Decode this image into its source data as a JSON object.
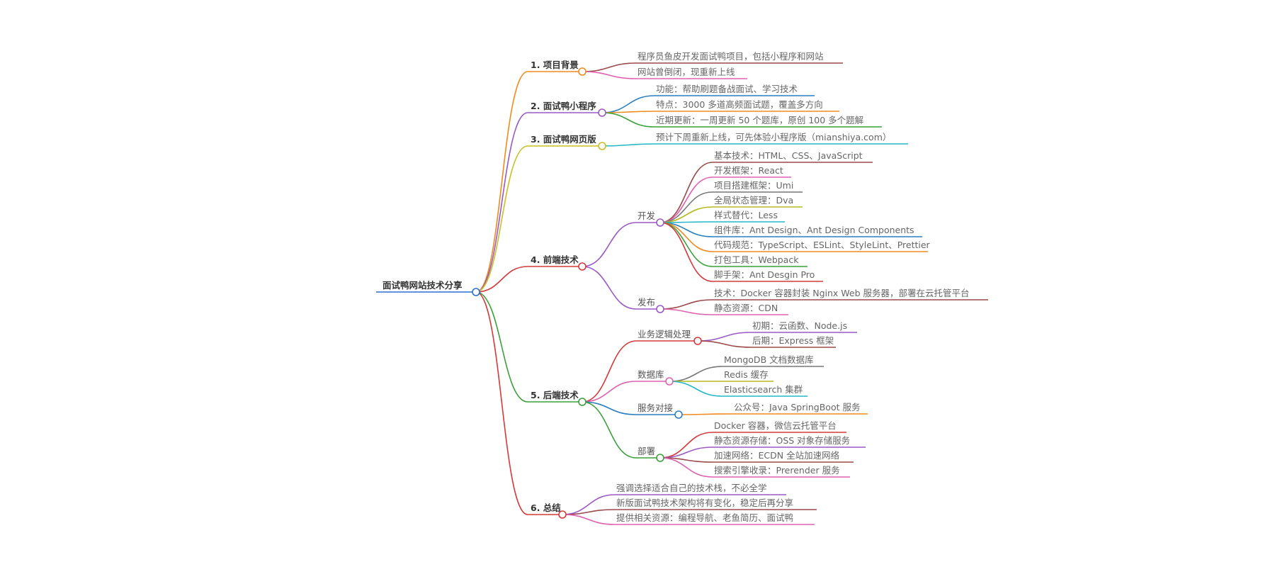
{
  "root": {
    "label": "面试鸭网站技术分享",
    "color": "#2e6fcf"
  },
  "topics": [
    {
      "label": "1. 项目背景",
      "color": "#f08a1e",
      "children": [
        {
          "label": "程序员鱼皮开发面试鸭项目，包括小程序和网站",
          "color": "#9a4a4a"
        },
        {
          "label": "网站曾倒闭，现重新上线",
          "color": "#e060b0"
        }
      ]
    },
    {
      "label": "2. 面试鸭小程序",
      "color": "#9b59c6",
      "children": [
        {
          "label": "功能：帮助刷题备战面试、学习技术",
          "color": "#2a7fc0"
        },
        {
          "label": "特点：3000 多道高频面试题，覆盖多方向",
          "color": "#f08a1e"
        },
        {
          "label": "近期更新：一周更新 50 个题库，原创 100 多个题解",
          "color": "#3aa03a"
        }
      ]
    },
    {
      "label": "3. 面试鸭网页版",
      "color": "#c8c020",
      "children": [
        {
          "label": "预计下周重新上线，可先体验小程序版（mianshiya.com）",
          "color": "#22b8c8"
        }
      ]
    },
    {
      "label": "4. 前端技术",
      "color": "#d63a3a",
      "children": [
        {
          "label": "开发",
          "color": "#9b59c6",
          "children": [
            {
              "label": "基本技术：HTML、CSS、JavaScript",
              "color": "#9a4a4a"
            },
            {
              "label": "开发框架：React",
              "color": "#e060b0"
            },
            {
              "label": "项目搭建框架：Umi",
              "color": "#777777"
            },
            {
              "label": "全局状态管理：Dva",
              "color": "#b8b820"
            },
            {
              "label": "样式替代：Less",
              "color": "#22b8c8"
            },
            {
              "label": "组件库：Ant Design、Ant Design Components",
              "color": "#2a7fc0"
            },
            {
              "label": "代码规范：TypeScript、ESLint、StyleLint、Prettier",
              "color": "#f08a1e"
            },
            {
              "label": "打包工具：Webpack",
              "color": "#3aa03a"
            },
            {
              "label": "脚手架：Ant Desgin Pro",
              "color": "#d63a3a"
            }
          ]
        },
        {
          "label": "发布",
          "color": "#9b59c6",
          "children": [
            {
              "label": "技术：Docker 容器封装 Nginx Web 服务器，部署在云托管平台",
              "color": "#9a4a4a"
            },
            {
              "label": "静态资源：CDN",
              "color": "#e060b0"
            }
          ]
        }
      ]
    },
    {
      "label": "5. 后端技术",
      "color": "#3aa03a",
      "children": [
        {
          "label": "业务逻辑处理",
          "color": "#d63a3a",
          "children": [
            {
              "label": "初期：云函数、Node.js",
              "color": "#9b59c6"
            },
            {
              "label": "后期：Express 框架",
              "color": "#9a4a4a"
            }
          ]
        },
        {
          "label": "数据库",
          "color": "#e060b0",
          "children": [
            {
              "label": "MongoDB 文档数据库",
              "color": "#777777"
            },
            {
              "label": "Redis 缓存",
              "color": "#b8b820"
            },
            {
              "label": "Elasticsearch 集群",
              "color": "#22b8c8"
            }
          ]
        },
        {
          "label": "服务对接",
          "color": "#2a7fc0",
          "children": [
            {
              "label": "公众号：Java SpringBoot 服务",
              "color": "#f08a1e"
            }
          ]
        },
        {
          "label": "部署",
          "color": "#3aa03a",
          "children": [
            {
              "label": "Docker 容器，微信云托管平台",
              "color": "#d63a3a"
            },
            {
              "label": "静态资源存储：OSS 对象存储服务",
              "color": "#9b59c6"
            },
            {
              "label": "加速网络：ECDN 全站加速网络",
              "color": "#9a4a4a"
            },
            {
              "label": "搜索引擎收录：Prerender 服务",
              "color": "#e060b0"
            }
          ]
        }
      ]
    },
    {
      "label": "6. 总结",
      "color": "#d63a3a",
      "children": [
        {
          "label": "强调选择适合自己的技术栈，不必全学",
          "color": "#9b59c6"
        },
        {
          "label": "新版面试鸭技术架构将有变化，稳定后再分享",
          "color": "#9a4a4a"
        },
        {
          "label": "提供相关资源：编程导航、老鱼简历、面试鸭",
          "color": "#e060b0"
        }
      ]
    }
  ]
}
